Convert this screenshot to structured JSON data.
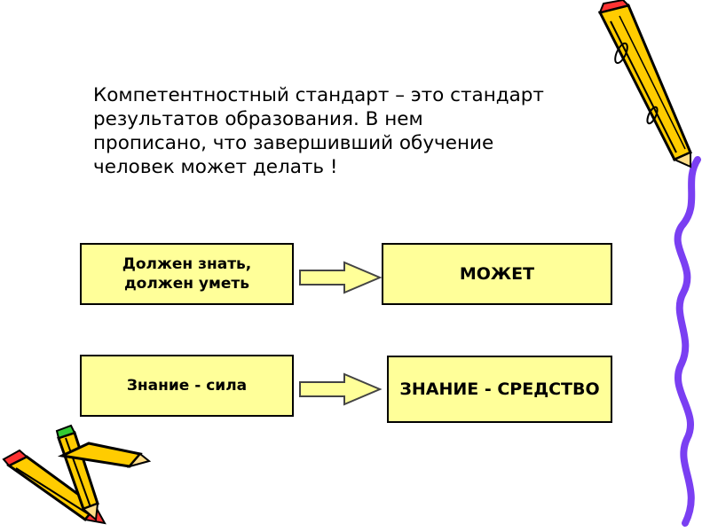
{
  "intro_text": "Компетентностный стандарт – это стандарт\nрезультатов образования. В нем\nпрописано, что завершивший обучение\nчеловек может делать !",
  "rows": [
    {
      "left": "Должен знать,\nдолжен уметь",
      "right": "МОЖЕТ"
    },
    {
      "left": "Знание - сила",
      "right": "ЗНАНИЕ - СРЕДСТВО"
    }
  ],
  "colors": {
    "box_fill": "#ffff99",
    "arrow_fill": "#ffff99",
    "pencil_yellow": "#ffcc00",
    "pencil_tip_red": "#ff3333",
    "pencil_tip_green": "#33cc33",
    "line_purple": "#7a3ff2"
  },
  "icons": [
    "pencil-icon",
    "arrow-right-icon",
    "curly-line-icon"
  ]
}
